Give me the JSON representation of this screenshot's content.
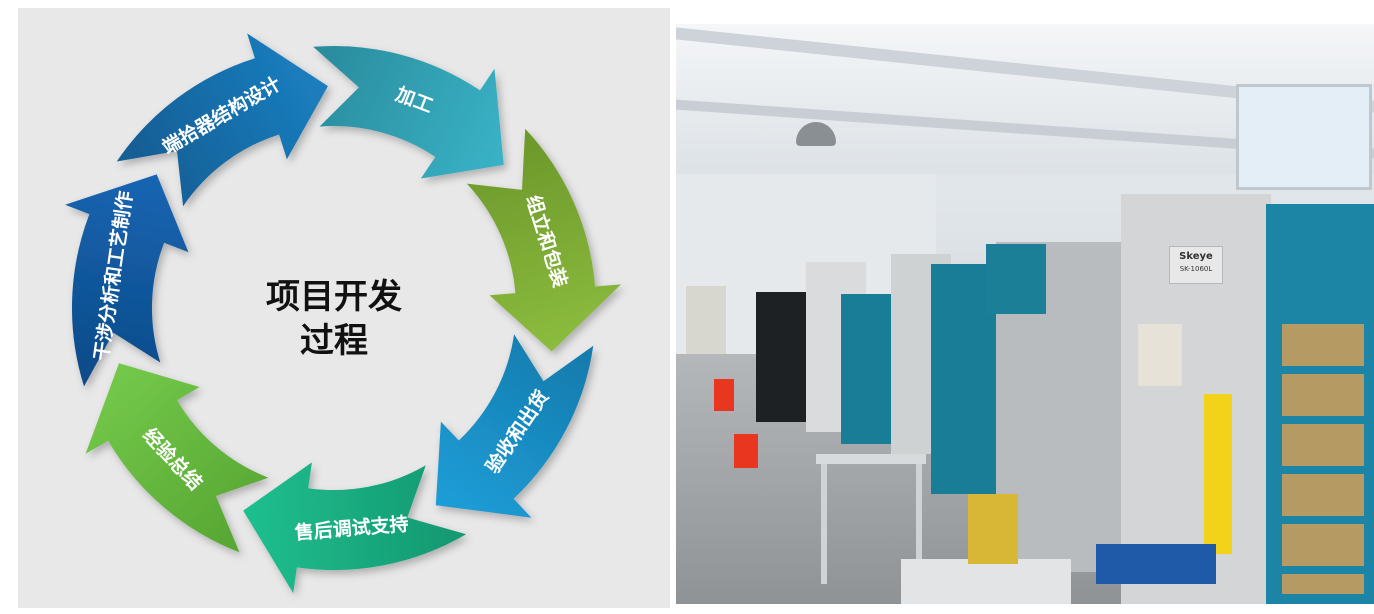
{
  "diagram": {
    "center": {
      "line1": "项目开发",
      "line2": "过程"
    },
    "stages": [
      {
        "label": "端拾器结构设计",
        "color": "#1b7fc0",
        "colorDark": "#125e95"
      },
      {
        "label": "加工",
        "color": "#3ab3c7",
        "colorDark": "#2a8e9f"
      },
      {
        "label": "组立和包装",
        "color": "#8cbc3e",
        "colorDark": "#6e9a2c"
      },
      {
        "label": "验收和出货",
        "color": "#1f9ed8",
        "colorDark": "#147cae"
      },
      {
        "label": "售后调试支持",
        "color": "#1fbf8f",
        "colorDark": "#159a72"
      },
      {
        "label": "经验总结",
        "color": "#74c94a",
        "colorDark": "#58a834"
      },
      {
        "label": "干涉分析和工艺制作",
        "color": "#1565b3",
        "colorDark": "#0e4c8a"
      }
    ]
  },
  "photo": {
    "machine_brand": "Skeye",
    "machine_model": "SK-1060L"
  }
}
